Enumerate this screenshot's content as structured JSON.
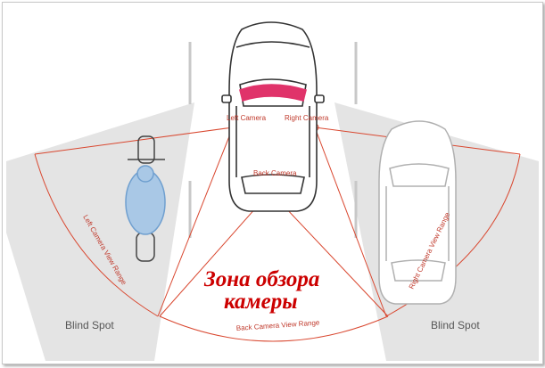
{
  "labels": {
    "left_camera": "Left Camera",
    "right_camera": "Right Camera",
    "back_camera": "Back Camera",
    "left_range": "Left Camera View Range",
    "right_range": "Right Camera View Range",
    "back_range": "Back Camera View Range",
    "blind_spot_left": "Blind Spot",
    "blind_spot_right": "Blind Spot"
  },
  "caption": {
    "line1": "Зона обзора",
    "line2": "камеры"
  },
  "colors": {
    "range_line": "#d9472f",
    "blind_spot": "#e4e4e4",
    "caption": "#cc0000",
    "rear_window": "#e0336a",
    "motorcycle_rider": "#a9c8e6"
  }
}
